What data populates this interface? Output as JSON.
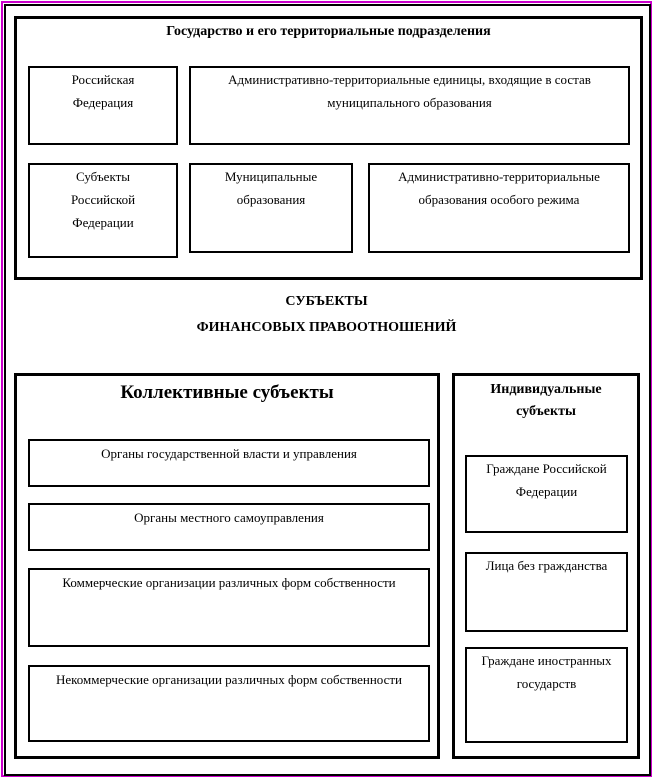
{
  "frame": {
    "outer_border_color": "#CC00CC",
    "inner_border_color": "#000000"
  },
  "top_section": {
    "title": "Государство и его территориальные подразделения",
    "row1": {
      "russian_federation": {
        "line1": "Российская",
        "line2": "Федерация"
      },
      "admin_units": {
        "line1": "Административно-территориальные единицы, входящие в состав",
        "line2": "муниципального образования"
      }
    },
    "row2": {
      "subjects_rf": {
        "line1": "Субъекты",
        "line2": "Российской",
        "line3": "Федерации"
      },
      "municipal": {
        "line1": "Муниципальные",
        "line2": "образования"
      },
      "special_regime": {
        "line1": "Административно-территориальные",
        "line2": "образования особого режима"
      }
    }
  },
  "middle_heading": {
    "line1": "СУБЪЕКТЫ",
    "line2": "ФИНАНСОВЫХ ПРАВООТНОШЕНИЙ"
  },
  "collective_section": {
    "title": "Коллективные субъекты",
    "items": [
      "Органы государственной власти и управления",
      "Органы местного самоуправления",
      "Коммерческие организации различных форм собственности",
      "Некоммерческие организации различных форм собственности"
    ]
  },
  "individual_section": {
    "title": {
      "line1": "Индивидуальные",
      "line2": "субъекты"
    },
    "items": [
      {
        "line1": "Граждане Российской",
        "line2": "Федерации"
      },
      {
        "line1": "Лица без гражданства",
        "line2": ""
      },
      {
        "line1": "Граждане иностранных",
        "line2": "государств"
      }
    ]
  }
}
